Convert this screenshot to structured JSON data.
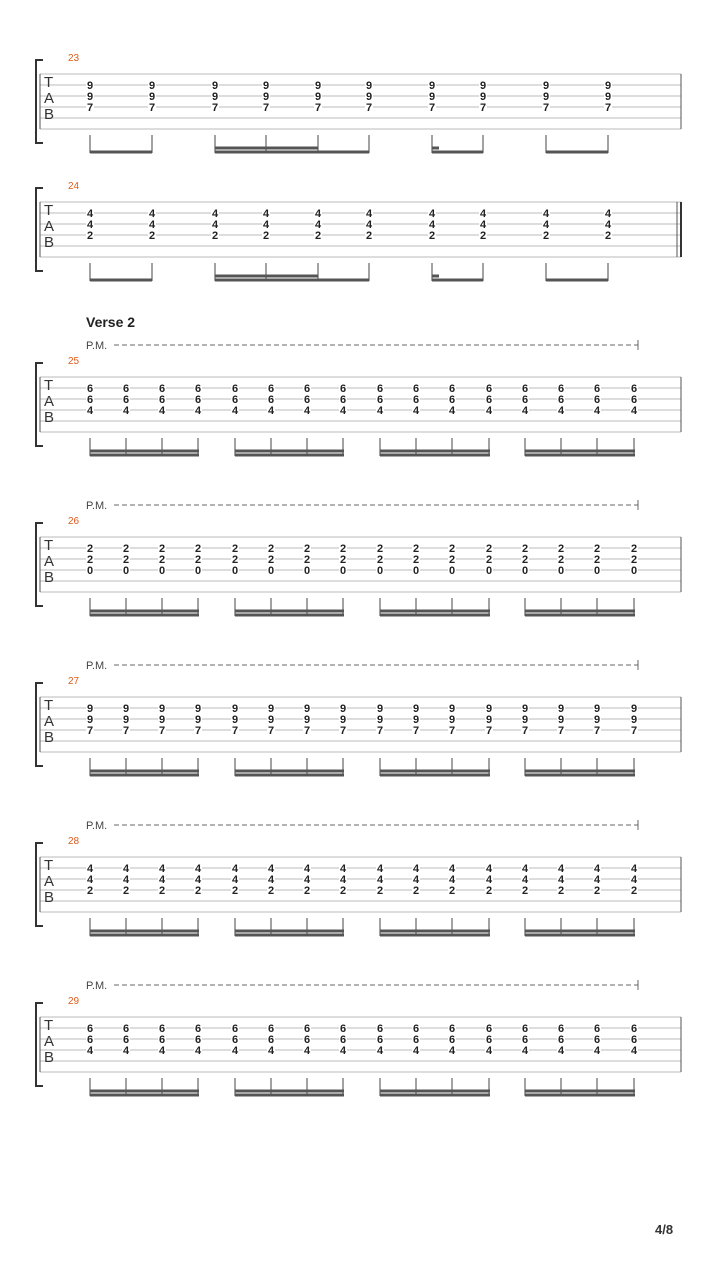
{
  "page_number": "4/8",
  "tab_clef": [
    "T",
    "A",
    "B"
  ],
  "systems": [
    {
      "measure": "23",
      "section": "",
      "pm": "",
      "final_barline": false,
      "chords": [
        [
          "9",
          "9",
          "7"
        ],
        [
          "9",
          "9",
          "7"
        ],
        [
          "9",
          "9",
          "7"
        ],
        [
          "9",
          "9",
          "7"
        ],
        [
          "9",
          "9",
          "7"
        ],
        [
          "9",
          "9",
          "7"
        ],
        [
          "9",
          "9",
          "7"
        ],
        [
          "9",
          "9",
          "7"
        ],
        [
          "9",
          "9",
          "7"
        ],
        [
          "9",
          "9",
          "7"
        ]
      ],
      "rhythm": "gallop"
    },
    {
      "measure": "24",
      "section": "",
      "pm": "",
      "final_barline": true,
      "chords": [
        [
          "4",
          "4",
          "2"
        ],
        [
          "4",
          "4",
          "2"
        ],
        [
          "4",
          "4",
          "2"
        ],
        [
          "4",
          "4",
          "2"
        ],
        [
          "4",
          "4",
          "2"
        ],
        [
          "4",
          "4",
          "2"
        ],
        [
          "4",
          "4",
          "2"
        ],
        [
          "4",
          "4",
          "2"
        ],
        [
          "4",
          "4",
          "2"
        ],
        [
          "4",
          "4",
          "2"
        ]
      ],
      "rhythm": "gallop"
    },
    {
      "measure": "25",
      "section": "Verse 2",
      "pm": "P.M.",
      "final_barline": false,
      "chords": [
        [
          "6",
          "6",
          "4"
        ],
        [
          "6",
          "6",
          "4"
        ],
        [
          "6",
          "6",
          "4"
        ],
        [
          "6",
          "6",
          "4"
        ],
        [
          "6",
          "6",
          "4"
        ],
        [
          "6",
          "6",
          "4"
        ],
        [
          "6",
          "6",
          "4"
        ],
        [
          "6",
          "6",
          "4"
        ],
        [
          "6",
          "6",
          "4"
        ],
        [
          "6",
          "6",
          "4"
        ],
        [
          "6",
          "6",
          "4"
        ],
        [
          "6",
          "6",
          "4"
        ],
        [
          "6",
          "6",
          "4"
        ],
        [
          "6",
          "6",
          "4"
        ],
        [
          "6",
          "6",
          "4"
        ],
        [
          "6",
          "6",
          "4"
        ]
      ],
      "rhythm": "sixteenths"
    },
    {
      "measure": "26",
      "section": "",
      "pm": "P.M.",
      "final_barline": false,
      "chords": [
        [
          "2",
          "2",
          "0"
        ],
        [
          "2",
          "2",
          "0"
        ],
        [
          "2",
          "2",
          "0"
        ],
        [
          "2",
          "2",
          "0"
        ],
        [
          "2",
          "2",
          "0"
        ],
        [
          "2",
          "2",
          "0"
        ],
        [
          "2",
          "2",
          "0"
        ],
        [
          "2",
          "2",
          "0"
        ],
        [
          "2",
          "2",
          "0"
        ],
        [
          "2",
          "2",
          "0"
        ],
        [
          "2",
          "2",
          "0"
        ],
        [
          "2",
          "2",
          "0"
        ],
        [
          "2",
          "2",
          "0"
        ],
        [
          "2",
          "2",
          "0"
        ],
        [
          "2",
          "2",
          "0"
        ],
        [
          "2",
          "2",
          "0"
        ]
      ],
      "rhythm": "sixteenths"
    },
    {
      "measure": "27",
      "section": "",
      "pm": "P.M.",
      "final_barline": false,
      "chords": [
        [
          "9",
          "9",
          "7"
        ],
        [
          "9",
          "9",
          "7"
        ],
        [
          "9",
          "9",
          "7"
        ],
        [
          "9",
          "9",
          "7"
        ],
        [
          "9",
          "9",
          "7"
        ],
        [
          "9",
          "9",
          "7"
        ],
        [
          "9",
          "9",
          "7"
        ],
        [
          "9",
          "9",
          "7"
        ],
        [
          "9",
          "9",
          "7"
        ],
        [
          "9",
          "9",
          "7"
        ],
        [
          "9",
          "9",
          "7"
        ],
        [
          "9",
          "9",
          "7"
        ],
        [
          "9",
          "9",
          "7"
        ],
        [
          "9",
          "9",
          "7"
        ],
        [
          "9",
          "9",
          "7"
        ],
        [
          "9",
          "9",
          "7"
        ]
      ],
      "rhythm": "sixteenths"
    },
    {
      "measure": "28",
      "section": "",
      "pm": "P.M.",
      "final_barline": false,
      "chords": [
        [
          "4",
          "4",
          "2"
        ],
        [
          "4",
          "4",
          "2"
        ],
        [
          "4",
          "4",
          "2"
        ],
        [
          "4",
          "4",
          "2"
        ],
        [
          "4",
          "4",
          "2"
        ],
        [
          "4",
          "4",
          "2"
        ],
        [
          "4",
          "4",
          "2"
        ],
        [
          "4",
          "4",
          "2"
        ],
        [
          "4",
          "4",
          "2"
        ],
        [
          "4",
          "4",
          "2"
        ],
        [
          "4",
          "4",
          "2"
        ],
        [
          "4",
          "4",
          "2"
        ],
        [
          "4",
          "4",
          "2"
        ],
        [
          "4",
          "4",
          "2"
        ],
        [
          "4",
          "4",
          "2"
        ],
        [
          "4",
          "4",
          "2"
        ]
      ],
      "rhythm": "sixteenths"
    },
    {
      "measure": "29",
      "section": "",
      "pm": "P.M.",
      "final_barline": false,
      "chords": [
        [
          "6",
          "6",
          "4"
        ],
        [
          "6",
          "6",
          "4"
        ],
        [
          "6",
          "6",
          "4"
        ],
        [
          "6",
          "6",
          "4"
        ],
        [
          "6",
          "6",
          "4"
        ],
        [
          "6",
          "6",
          "4"
        ],
        [
          "6",
          "6",
          "4"
        ],
        [
          "6",
          "6",
          "4"
        ],
        [
          "6",
          "6",
          "4"
        ],
        [
          "6",
          "6",
          "4"
        ],
        [
          "6",
          "6",
          "4"
        ],
        [
          "6",
          "6",
          "4"
        ],
        [
          "6",
          "6",
          "4"
        ],
        [
          "6",
          "6",
          "4"
        ],
        [
          "6",
          "6",
          "4"
        ],
        [
          "6",
          "6",
          "4"
        ]
      ],
      "rhythm": "sixteenths"
    }
  ],
  "colors": {
    "measure_number": "#e05a1a",
    "staff_line": "#bbbbbb",
    "ink": "#222222",
    "beam": "#555555"
  }
}
